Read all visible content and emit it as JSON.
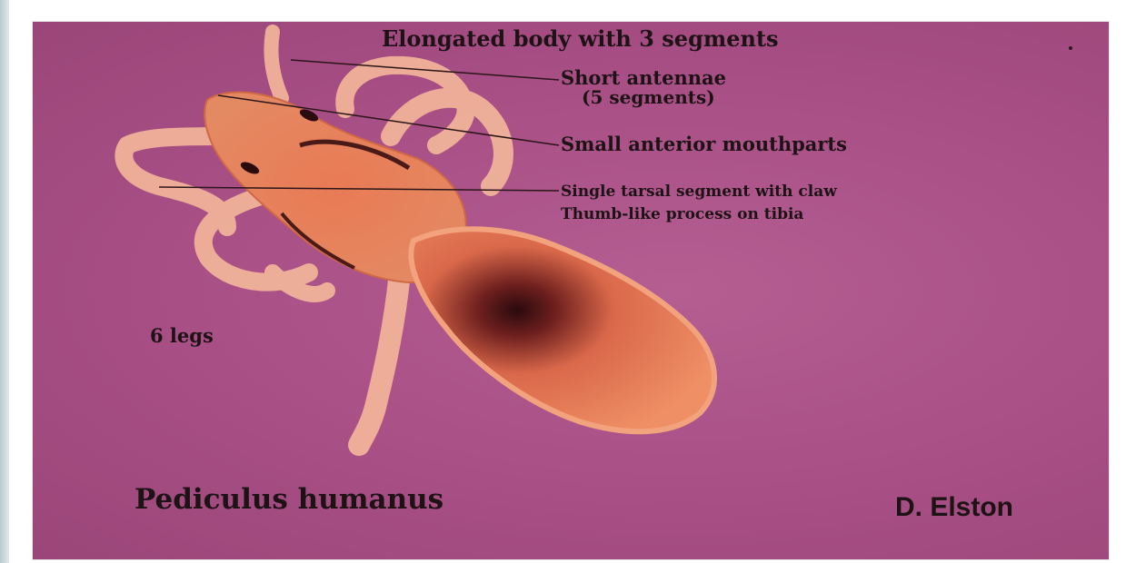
{
  "labels": {
    "body": "Elongated body with 3 segments",
    "antennae": "Short antennae",
    "antennae_segments": "(5 segments)",
    "mouthparts": "Small anterior mouthparts",
    "tarsal": "Single tarsal segment with claw",
    "tibia": "Thumb-like process on tibia",
    "legs": "6 legs",
    "species": "Pediculus humanus",
    "credit": "D. Elston"
  },
  "colors": {
    "background": "#a84f86",
    "louse_body": "#e9865f",
    "louse_dark": "#3a0f12",
    "legs": "#f0b29a",
    "text": "#1d1214"
  }
}
